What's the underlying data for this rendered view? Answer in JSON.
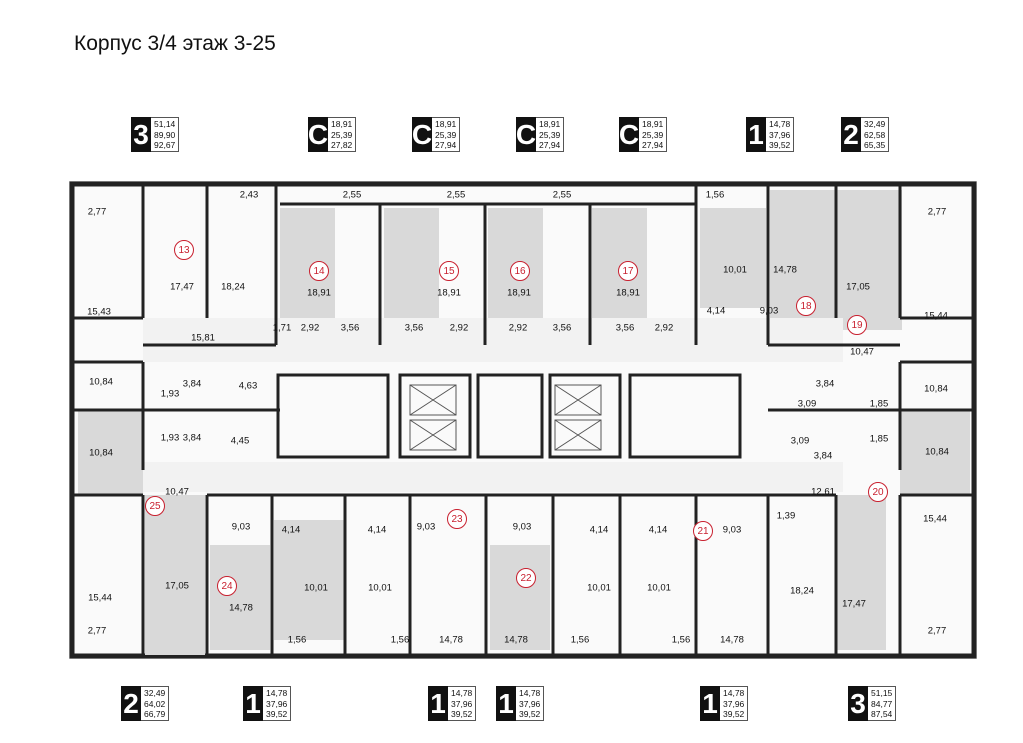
{
  "title": "Корпус 3/4  этаж 3-25",
  "colors": {
    "wall": "#222222",
    "room_fill": "#d9d9d9",
    "corridor": "#f2f2f2",
    "apt_marker": "#c8202f"
  },
  "apartment_badges": [
    {
      "type": "3",
      "areas": [
        "51,14",
        "89,90",
        "92,67"
      ]
    },
    {
      "type": "С",
      "areas": [
        "18,91",
        "25,39",
        "27,82"
      ]
    },
    {
      "type": "С",
      "areas": [
        "18,91",
        "25,39",
        "27,94"
      ]
    },
    {
      "type": "С",
      "areas": [
        "18,91",
        "25,39",
        "27,94"
      ]
    },
    {
      "type": "С",
      "areas": [
        "18,91",
        "25,39",
        "27,94"
      ]
    },
    {
      "type": "1",
      "areas": [
        "14,78",
        "37,96",
        "39,52"
      ]
    },
    {
      "type": "2",
      "areas": [
        "32,49",
        "62,58",
        "65,35"
      ]
    },
    {
      "type": "2",
      "areas": [
        "32,49",
        "64,02",
        "66,79"
      ]
    },
    {
      "type": "1",
      "areas": [
        "14,78",
        "37,96",
        "39,52"
      ]
    },
    {
      "type": "1",
      "areas": [
        "14,78",
        "37,96",
        "39,52"
      ]
    },
    {
      "type": "1",
      "areas": [
        "14,78",
        "37,96",
        "39,52"
      ]
    },
    {
      "type": "1",
      "areas": [
        "14,78",
        "37,96",
        "39,52"
      ]
    },
    {
      "type": "3",
      "areas": [
        "51,15",
        "84,77",
        "87,54"
      ]
    }
  ],
  "apartment_numbers": [
    "13",
    "14",
    "15",
    "16",
    "17",
    "18",
    "19",
    "20",
    "21",
    "22",
    "23",
    "24",
    "25"
  ],
  "room_areas": [
    "2,77",
    "2,43",
    "2,55",
    "2,55",
    "2,55",
    "1,56",
    "2,77",
    "17,47",
    "18,24",
    "18,91",
    "18,91",
    "18,91",
    "18,91",
    "10,01",
    "14,78",
    "17,05",
    "15,43",
    "15,44",
    "1,71",
    "2,92",
    "3,56",
    "3,56",
    "2,92",
    "2,92",
    "3,56",
    "3,56",
    "2,92",
    "4,14",
    "9,03",
    "15,81",
    "10,47",
    "10,84",
    "3,84",
    "4,63",
    "1,93",
    "3,84",
    "3,09",
    "1,85",
    "10,84",
    "1,93",
    "3,84",
    "4,45",
    "3,09",
    "1,85",
    "3,84",
    "10,84",
    "10,84",
    "10,47",
    "12,61",
    "9,03",
    "4,14",
    "4,14",
    "9,03",
    "9,03",
    "4,14",
    "4,14",
    "9,03",
    "1,39",
    "15,44",
    "15,44",
    "17,05",
    "10,01",
    "10,01",
    "10,01",
    "10,01",
    "18,24",
    "17,47",
    "2,77",
    "14,78",
    "1,56",
    "1,56",
    "14,78",
    "14,78",
    "1,56",
    "1,56",
    "14,78",
    "2,77"
  ]
}
